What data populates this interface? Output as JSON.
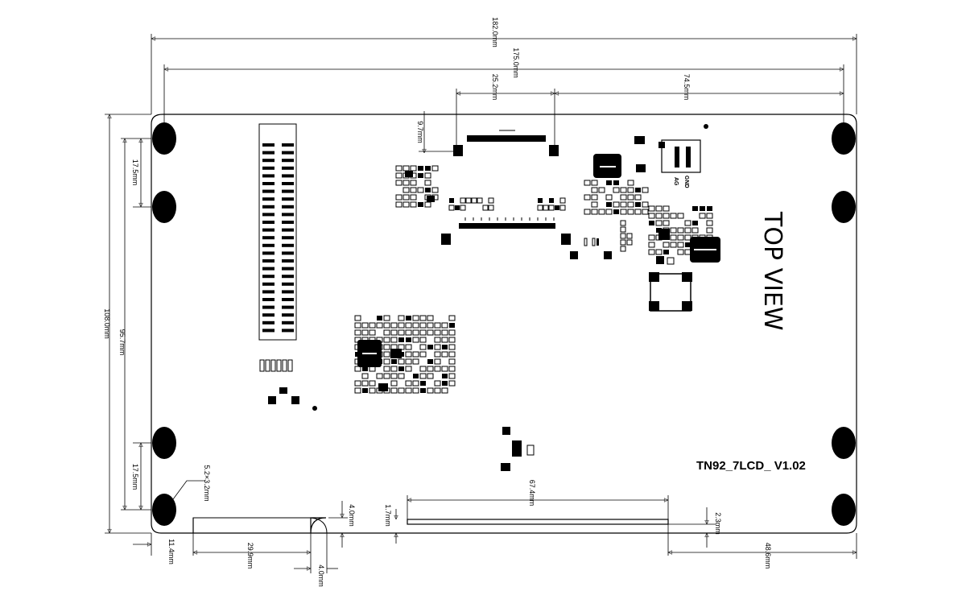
{
  "board": {
    "name": "TN92_7LCD_ V1.02",
    "view_label": "TOP VIEW",
    "pin_labels": [
      "AG",
      "GND"
    ]
  },
  "dimensions": {
    "overall_width": "182.0mm",
    "hole_span_x": "175.0mm",
    "connector_width": "25.2mm",
    "right_offset": "74.5mm",
    "connector_height": "9.7mm",
    "overall_height": "108.0mm",
    "hole_span_y": "95.7mm",
    "hole_pitch_top": "17.5mm",
    "hole_pitch_bottom": "17.5mm",
    "hole_size": "5.2×3.2mm",
    "bottom_left_offset": "11.4mm",
    "notch_width": "29.9mm",
    "notch_height": "4.0mm",
    "notch_radius": "4.0mm",
    "fpc_width": "67.4mm",
    "fpc_offset": "1.7mm",
    "fpc_gap": "2.3mm",
    "fpc_right": "48.6mm"
  }
}
